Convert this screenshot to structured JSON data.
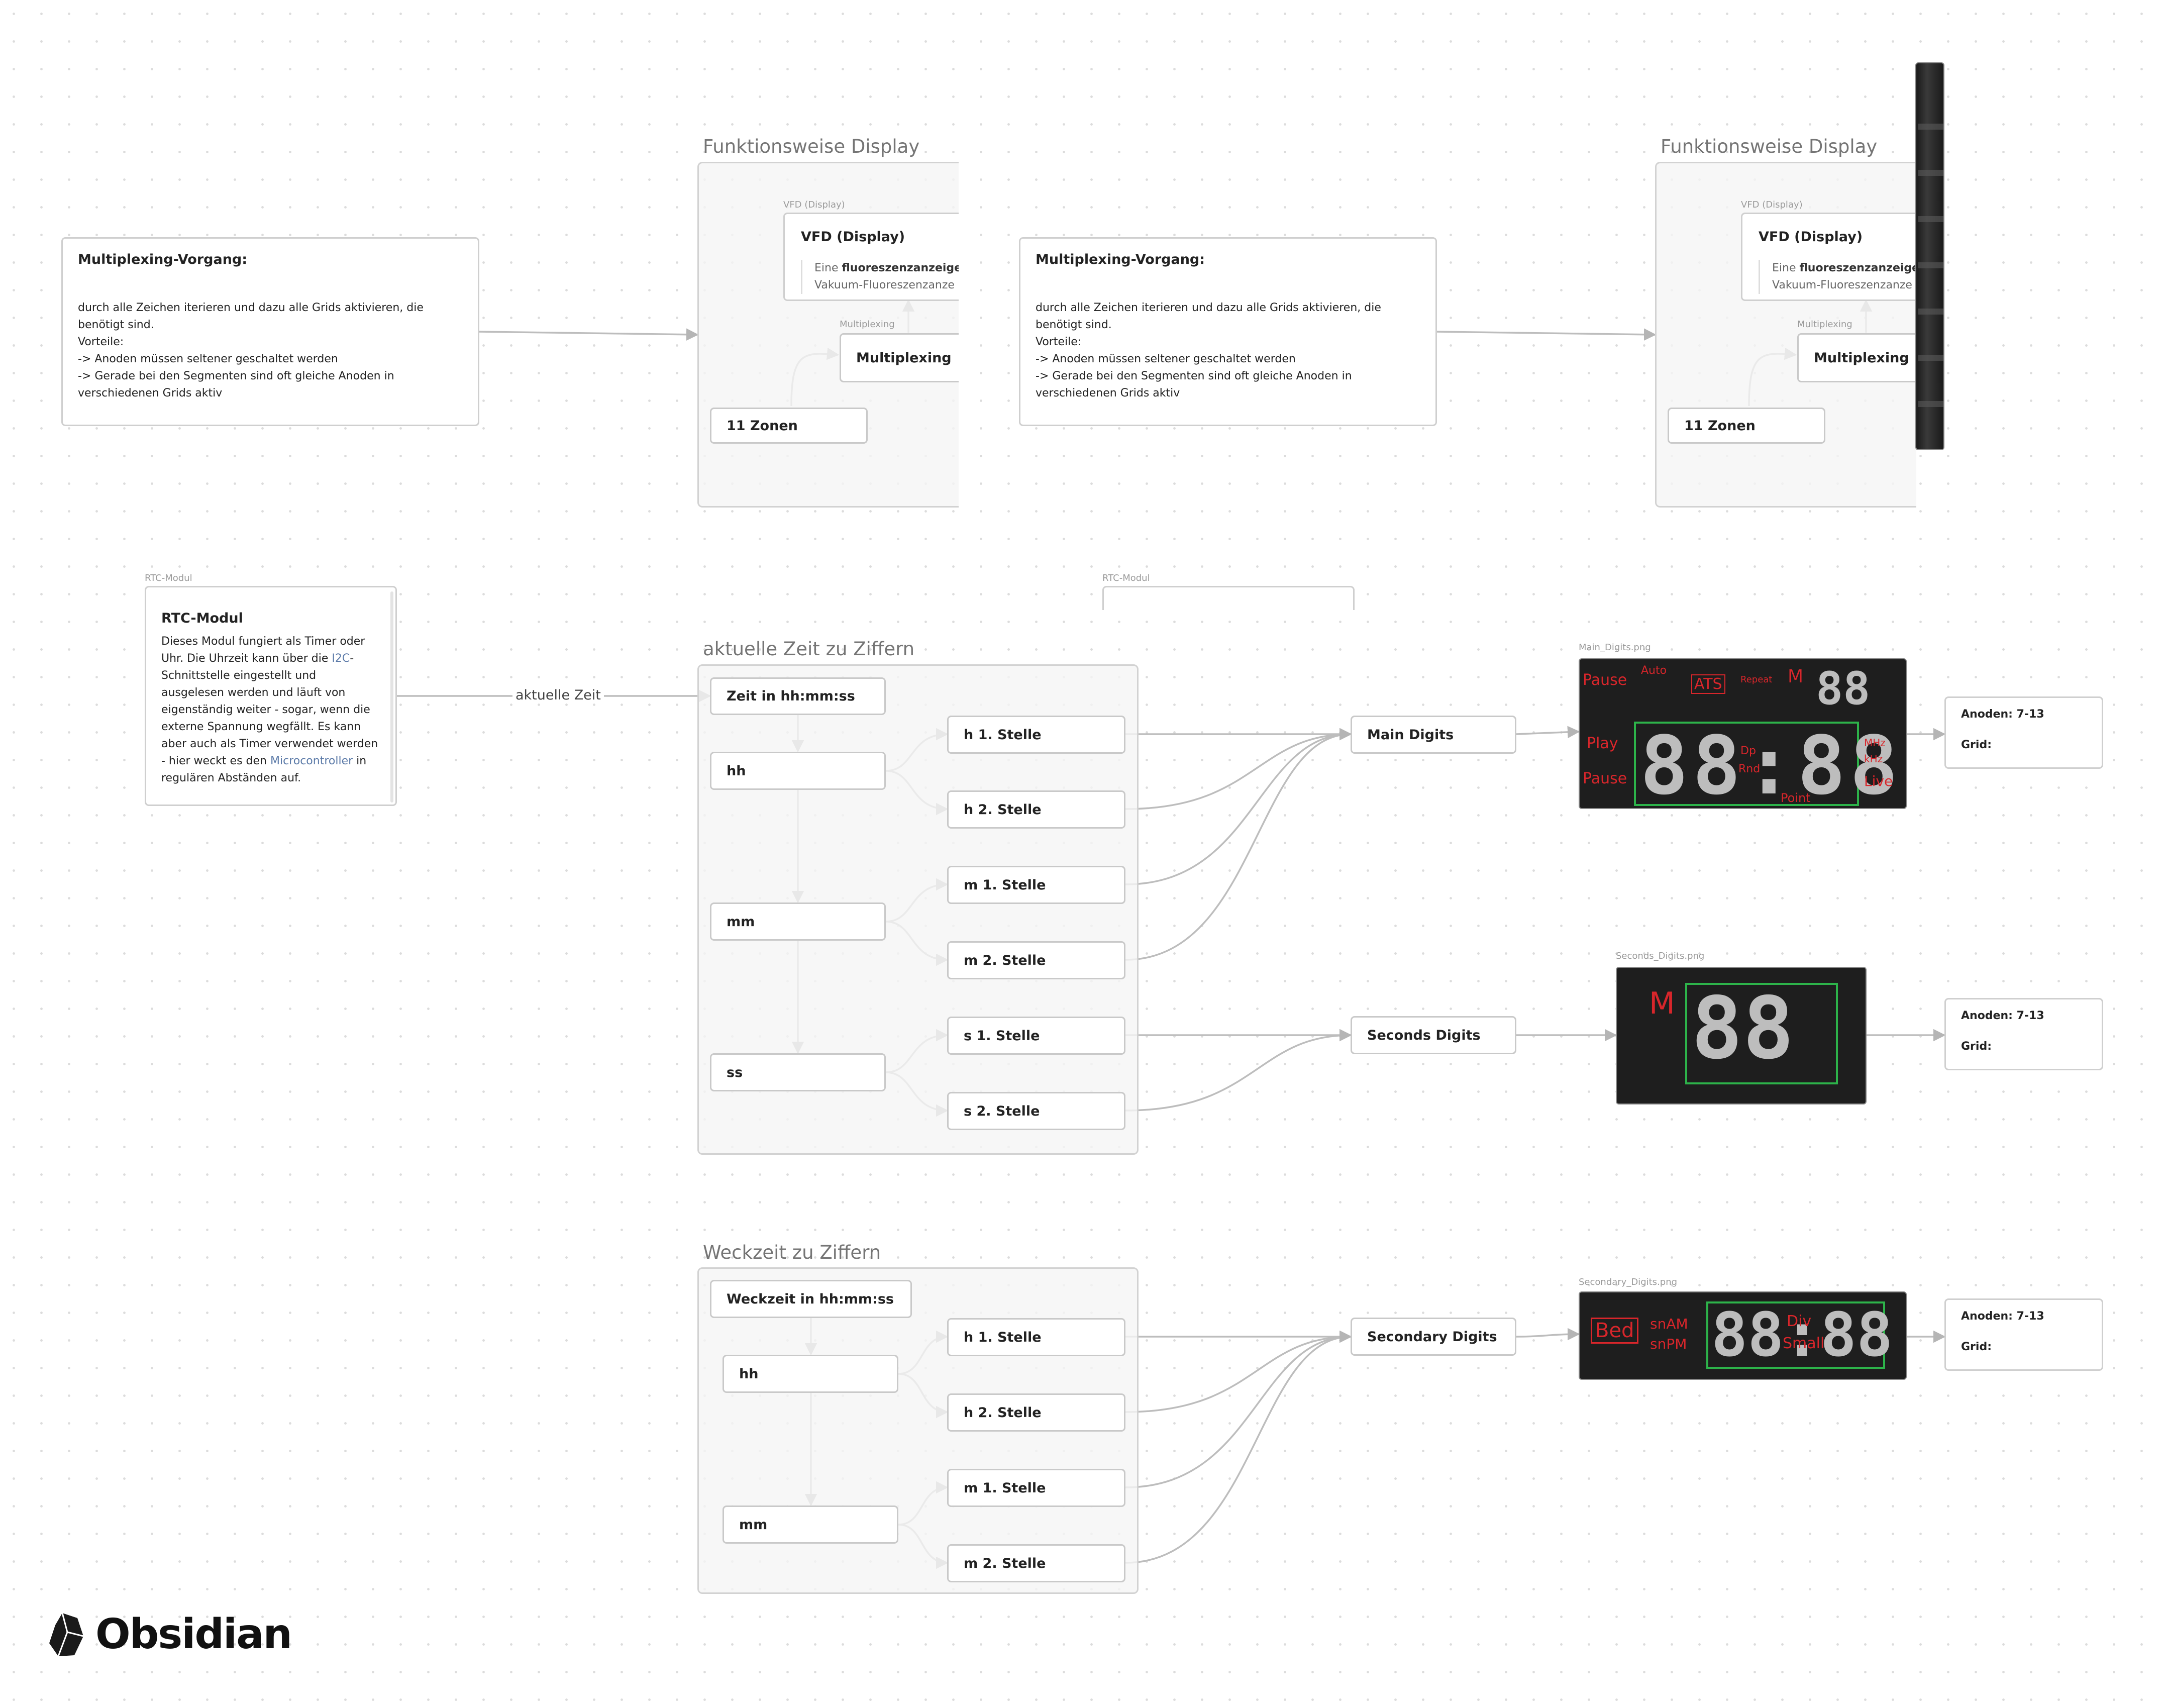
{
  "groups": {
    "funktionsweise_left": "Funktionsweise Display",
    "funktionsweise_right": "Funktionsweise Display",
    "aktuelle_zeit": "aktuelle Zeit zu Ziffern",
    "weckzeit": "Weckzeit zu Ziffern"
  },
  "multiplexing_card": {
    "title": "Multiplexing-Vorgang:",
    "body": "durch alle Zeichen iterieren und dazu alle Grids aktivieren, die benötigt sind.\nVorteile:\n-> Anoden müssen seltener geschaltet werden\n-> Gerade bei den Segmenten sind oft gleiche Anoden in verschiedenen Grids aktiv"
  },
  "vfd_embed": {
    "small_label": "VFD (Display)",
    "title": "VFD (Display)",
    "text_prefix": "Eine ",
    "text_bold": "fluoreszenzanzeige",
    "text_line2": "Vakuum-Fluoreszenzanze"
  },
  "multiplexing_node": {
    "small_label": "Multiplexing",
    "label": "Multiplexing"
  },
  "zonen_node": "11 Zonen",
  "rtc": {
    "small_label": "RTC-Modul",
    "title": "RTC-Modul",
    "text_1": "Dieses Modul fungiert als Timer oder Uhr. Die Uhrzeit kann über die ",
    "link_1": "I2C",
    "text_2": "-Schnittstelle eingestellt und ausgelesen werden und läuft von eigenständig weiter - sogar, wenn die externe Spannung wegfällt. Es kann aber auch als Timer verwendet werden - hier weckt es den ",
    "link_2": "Microcontroller",
    "text_3": " in regulären Abständen auf.",
    "ghost_label": "RTC-Modul"
  },
  "edge_label": "aktuelle Zeit",
  "aktuelle_nodes": {
    "zeit": "Zeit in hh:mm:ss",
    "hh": "hh",
    "mm": "mm",
    "ss": "ss",
    "h1": "h 1. Stelle",
    "h2": "h 2. Stelle",
    "m1": "m 1. Stelle",
    "m2": "m 2. Stelle",
    "s1": "s 1. Stelle",
    "s2": "s 2. Stelle"
  },
  "weck_nodes": {
    "zeit": "Weckzeit in hh:mm:ss",
    "hh": "hh",
    "mm": "mm",
    "h1": "h 1. Stelle",
    "h2": "h 2. Stelle",
    "m1": "m 1. Stelle",
    "m2": "m 2. Stelle"
  },
  "digits": {
    "main": "Main Digits",
    "seconds": "Seconds Digits",
    "secondary": "Secondary Digits"
  },
  "images": {
    "main": "Main_Digits.png",
    "seconds": "Seconds_Digits.png",
    "secondary": "Secondary_Digits.png"
  },
  "main_photo_labels": {
    "pause": "Pause",
    "auto": "Auto",
    "ats": "ATS",
    "repeat": "Repeat",
    "m": "M",
    "play": "Play",
    "pause2": "Pause",
    "dp": "Dp",
    "rnd": "Rnd",
    "mhz": "MHz",
    "khz": "kHz",
    "point": "Point",
    "live": "Live"
  },
  "seconds_photo_labels": {
    "m": "M"
  },
  "secondary_photo_labels": {
    "bed": "Bed",
    "snam": "snAM",
    "snpm": "snPM",
    "div": "Div",
    "small": "Small"
  },
  "anoden": [
    {
      "anoden": "Anoden: 7-13",
      "grid": "Grid:"
    },
    {
      "anoden": "Anoden: 7-13",
      "grid": "Grid:"
    },
    {
      "anoden": "Anoden: 7-13",
      "grid": "Grid:"
    }
  ],
  "brand": {
    "name": "Obsidian"
  }
}
